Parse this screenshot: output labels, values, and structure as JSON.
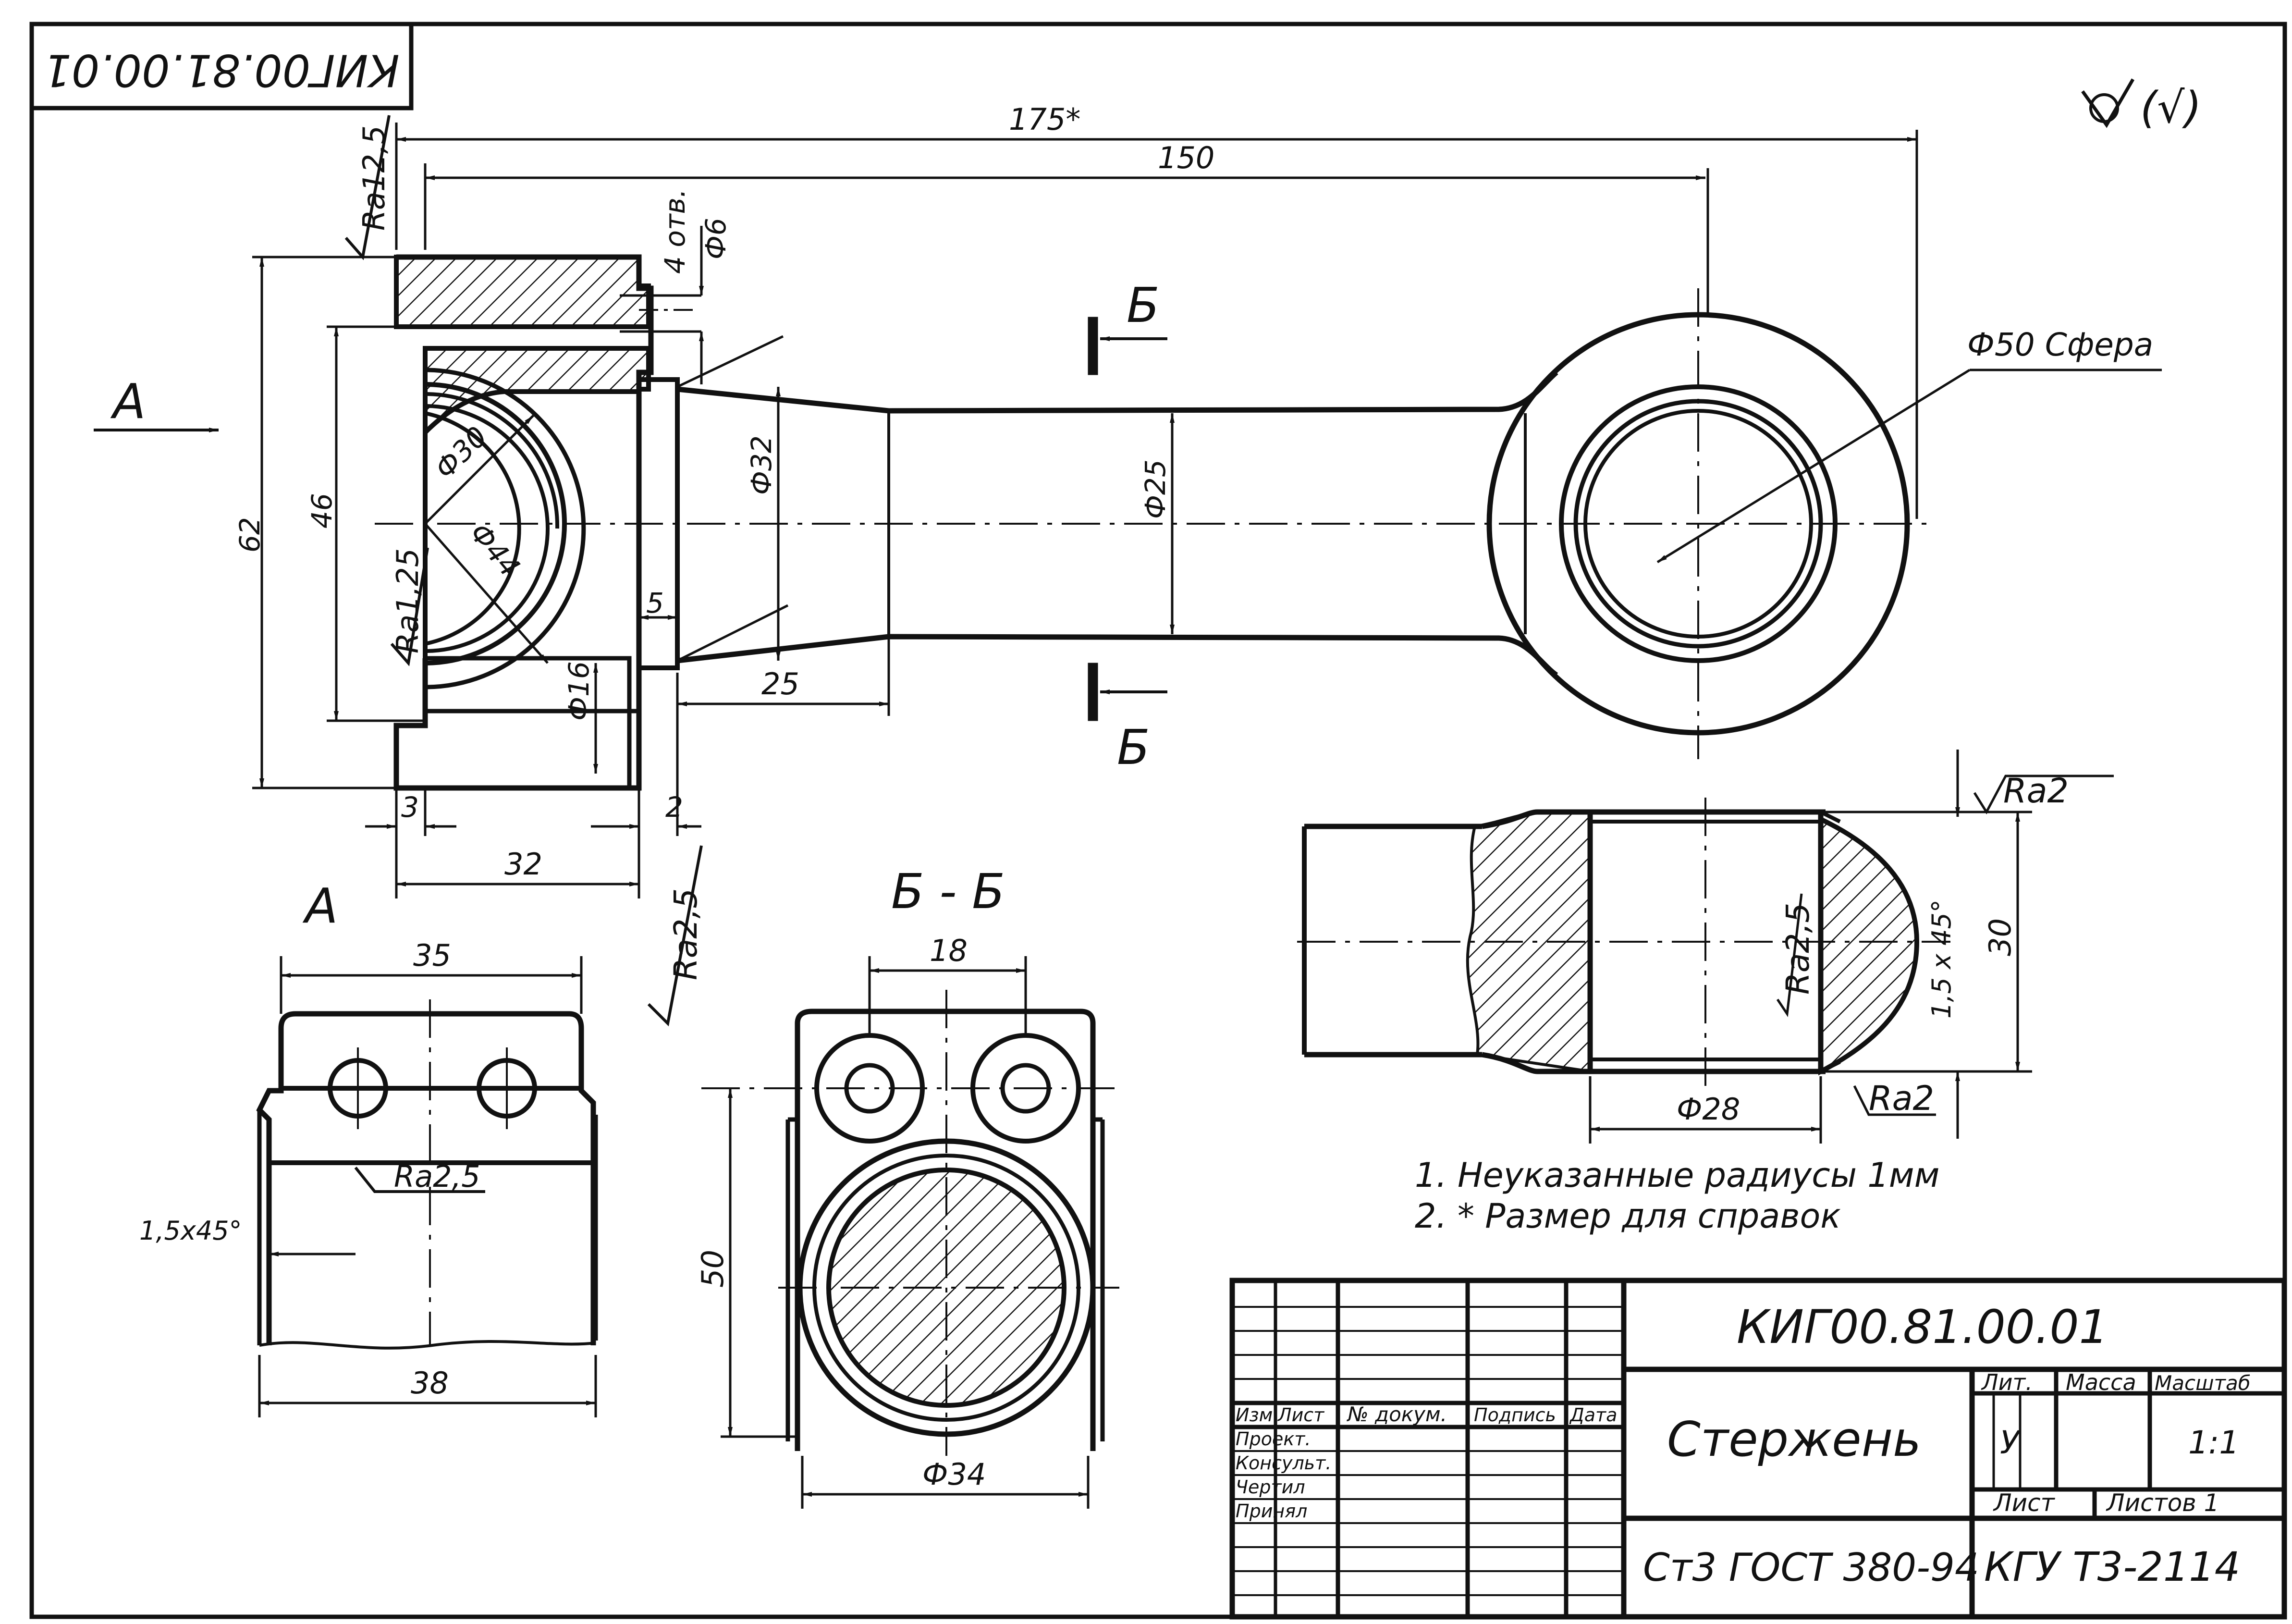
{
  "stamp_code": "КИГ00.81.00.01",
  "roughness_general": "(√)",
  "dims": {
    "len175": "175*",
    "len150": "150",
    "holes": "4 отв.",
    "d6": "Ф6",
    "sphere": "Ф50  Сфера",
    "h62": "62",
    "h46": "46",
    "d30": "Ф30",
    "d44": "Ф44",
    "d32": "Ф32",
    "d25": "Ф25",
    "d16": "Ф16",
    "s5": "5",
    "s25": "25",
    "s3": "3",
    "s2": "2",
    "s32": "32",
    "w35": "35",
    "w38": "38",
    "ch15": "1,5х45°",
    "w18": "18",
    "h50": "50",
    "d34": "Ф34",
    "h30": "30",
    "d28": "Ф28",
    "ch15r": "1,5 х 45°"
  },
  "roughness": {
    "ra125_top": "Ra12,5",
    "ra125_left": "Ra1,25",
    "ra25_low": "Ra2,5",
    "ra25_a": "Ra2,5",
    "ra2_top": "Ra2",
    "ra25_sec": "Ra2,5",
    "ra2_bot": "Ra2"
  },
  "views": {
    "arrow_a": "А",
    "cut_b_top": "Б",
    "cut_b_bottom": "Б",
    "view_a_label": "А",
    "section_label": "Б - Б"
  },
  "notes": [
    "1. Неуказанные радиусы 1мм",
    "2. * Размер для справок"
  ],
  "title_block": {
    "code": "КИГ00.81.00.01",
    "name": "Стержень",
    "material": "Ст3 ГОСТ 380-94",
    "org": "КГУ  Т3-2114",
    "lit_header": "Лит.",
    "mass_header": "Масса",
    "scale_header": "Масштаб",
    "lit_value": "У",
    "scale_value": "1:1",
    "sheet_label": "Лист",
    "sheets_label": "Листов 1",
    "col_izm": "Изм",
    "col_list": "Лист",
    "col_doc": "№ докум.",
    "col_sign": "Подпись",
    "col_date": "Дата",
    "row_proekt": "Проект.",
    "row_konsult": "Консульт.",
    "row_chertil": "Чертил",
    "row_prinyal": "Принял"
  }
}
